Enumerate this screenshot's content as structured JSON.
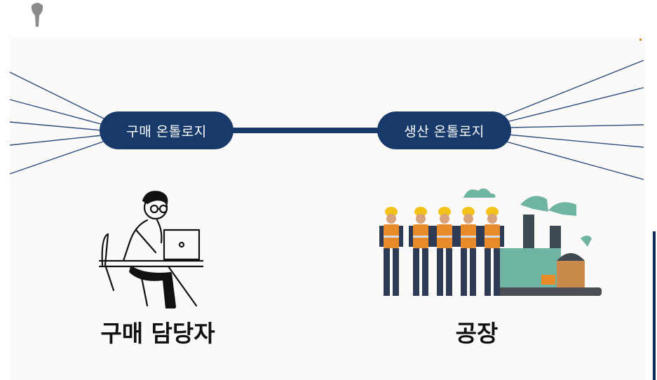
{
  "ontology": {
    "left_label": "구매 온톨로지",
    "right_label": "생산 온톨로지"
  },
  "captions": {
    "left": "구매 담당자",
    "right": "공장"
  },
  "colors": {
    "pill": "#173a6a",
    "line": "#2a4d7e",
    "accent_orange": "#e8892a",
    "helmet_yellow": "#f2c21b",
    "factory_teal": "#6fb3a3"
  },
  "icons": [
    "logo-icon",
    "buyer-at-laptop-illustration",
    "factory-workers-illustration"
  ]
}
